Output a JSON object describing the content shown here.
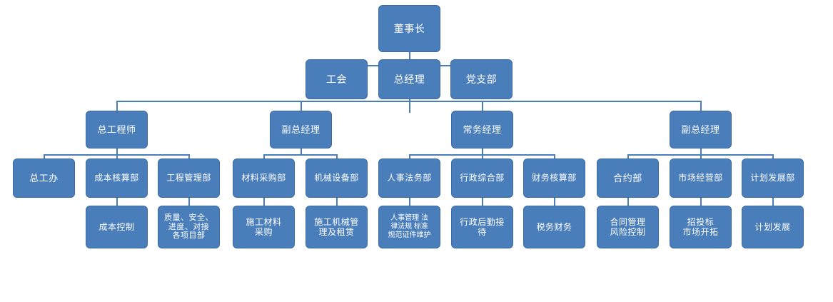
{
  "chart_title": "",
  "theme": {
    "node_fill": "#4a7ebb",
    "node_border": "#3b6ba5",
    "node_text": "#ffffff",
    "connector": "#4a7ebb",
    "background": "#ffffff"
  },
  "org": {
    "root": {
      "label": "董事长"
    },
    "level2": [
      {
        "label": "工会"
      },
      {
        "label": "总经理"
      },
      {
        "label": "党支部"
      }
    ],
    "level3": [
      {
        "label": "总工程师"
      },
      {
        "label": "副总经理"
      },
      {
        "label": "常务经理"
      },
      {
        "label": "副总经理"
      }
    ],
    "level4": [
      {
        "label": "总工办"
      },
      {
        "label": "成本核算部"
      },
      {
        "label": "工程管理部"
      },
      {
        "label": "材料采购部"
      },
      {
        "label": "机械设备部"
      },
      {
        "label": "人事法务部"
      },
      {
        "label": "行政综合部"
      },
      {
        "label": "财务核算部"
      },
      {
        "label": "合约部"
      },
      {
        "label": "市场经营部"
      },
      {
        "label": "计划发展部"
      }
    ],
    "level5": [
      {
        "label": "成本控制"
      },
      {
        "label": "质量、安全、\n进度、对接\n各项目部"
      },
      {
        "label": "施工材料\n采购"
      },
      {
        "label": "施工机械管\n理及租赁"
      },
      {
        "label": "人事管理 法\n律法规 标准\n规范证件维护"
      },
      {
        "label": "行政后勤接\n待"
      },
      {
        "label": "税务财务"
      },
      {
        "label": "合同管理\n风险控制"
      },
      {
        "label": "招投标\n市场开拓"
      },
      {
        "label": "计划发展"
      }
    ]
  }
}
